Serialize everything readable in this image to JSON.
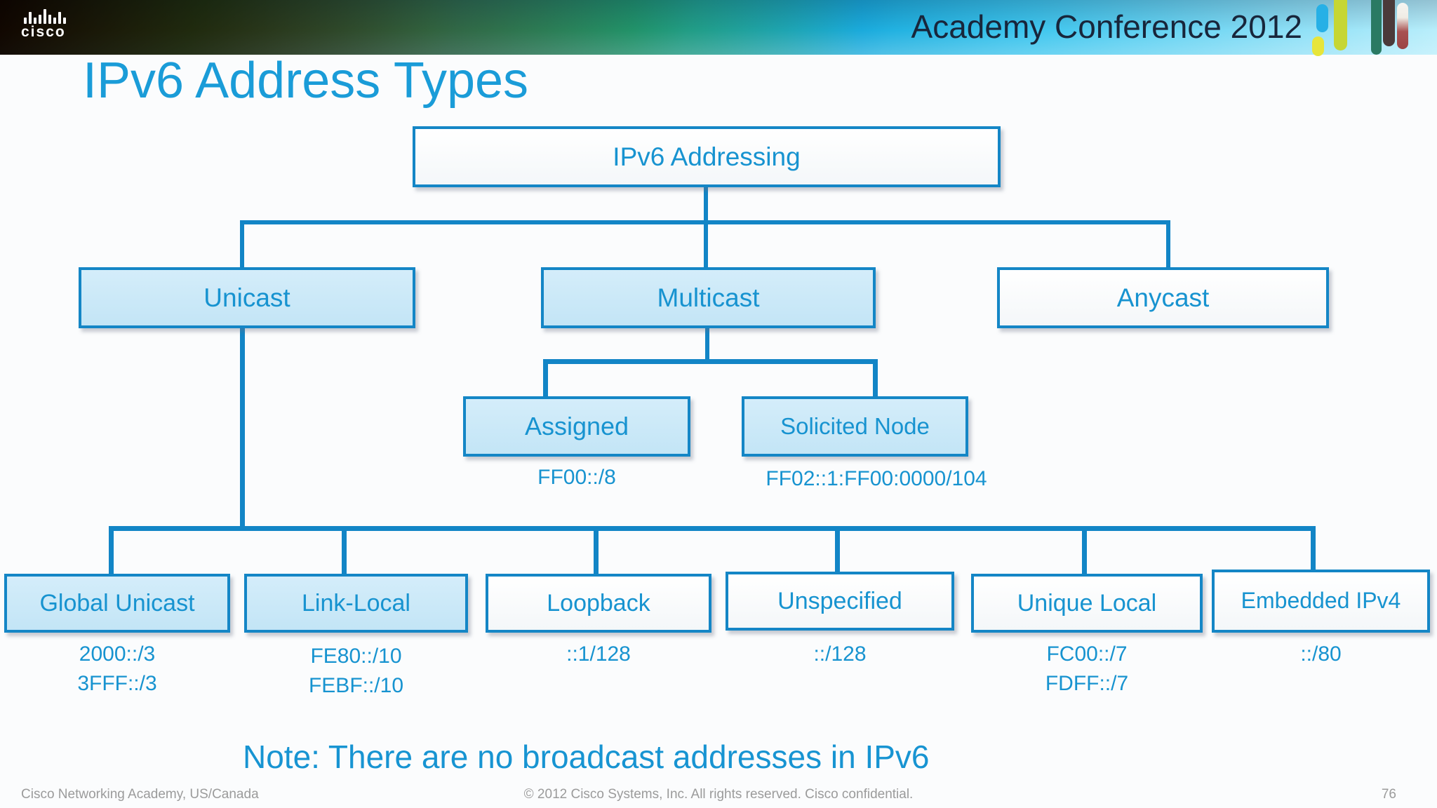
{
  "banner": {
    "brand": "cisco",
    "title": "Academy Conference 2012"
  },
  "slide": {
    "title": "IPv6 Address Types",
    "note": "Note: There are no broadcast addresses in IPv6"
  },
  "diagram": {
    "root": {
      "label": "IPv6 Addressing"
    },
    "level2": [
      {
        "id": "unicast",
        "label": "Unicast"
      },
      {
        "id": "multicast",
        "label": "Multicast"
      },
      {
        "id": "anycast",
        "label": "Anycast"
      }
    ],
    "multicast_children": [
      {
        "id": "assigned",
        "label": "Assigned",
        "address": "FF00::/8"
      },
      {
        "id": "solicited-node",
        "label": "Solicited Node",
        "address": "FF02::1:FF00:0000/104"
      }
    ],
    "unicast_children": [
      {
        "id": "global-unicast",
        "label": "Global Unicast",
        "addresses": [
          "2000::/3",
          "3FFF::/3"
        ]
      },
      {
        "id": "link-local",
        "label": "Link-Local",
        "addresses": [
          "FE80::/10",
          "FEBF::/10"
        ]
      },
      {
        "id": "loopback",
        "label": "Loopback",
        "addresses": [
          "::1/128"
        ]
      },
      {
        "id": "unspecified",
        "label": "Unspecified",
        "addresses": [
          "::/128"
        ]
      },
      {
        "id": "unique-local",
        "label": "Unique Local",
        "addresses": [
          "FC00::/7",
          "FDFF::/7"
        ]
      },
      {
        "id": "embedded-ipv4",
        "label": "Embedded IPv4",
        "addresses": [
          "::/80"
        ]
      }
    ]
  },
  "footer": {
    "left": "Cisco Networking Academy, US/Canada",
    "center": "© 2012 Cisco Systems, Inc. All rights reserved. Cisco confidential.",
    "page": "76"
  },
  "colors": {
    "accent_blue": "#1285c6",
    "text_blue": "#1793d0",
    "box_fill_light": "#c9e9f8",
    "box_fill_white": "#fdfdfe",
    "banner_text": "#18263b",
    "title_blue": "#1a9cd8"
  }
}
